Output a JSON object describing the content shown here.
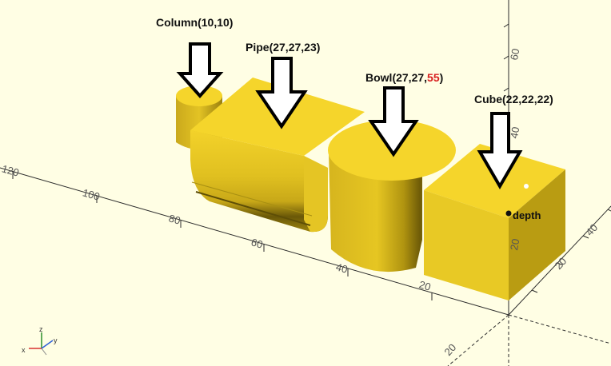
{
  "colors": {
    "background": "#fffee4",
    "shape_top": "#f5d52b",
    "shape_front": "#d7b81f",
    "shape_side": "#b99c12",
    "axis": "#2b2b2b",
    "highlight": "#d82020"
  },
  "labels": {
    "column": "Column(10,10)",
    "pipe": "Pipe(27,27,23)",
    "bowl_prefix": "Bowl(27,27,",
    "bowl_highlight": "55",
    "bowl_suffix": ")",
    "cube": "Cube(22,22,22)",
    "depth": "depth"
  },
  "axis_ticks": {
    "x_axis": [
      "120",
      "100",
      "80",
      "60",
      "40",
      "20"
    ],
    "y_axis": [
      "20",
      "40"
    ],
    "z_axis": [
      "60",
      "40",
      "20"
    ],
    "neg_y": [
      "20"
    ]
  },
  "orientation_gizmo": {
    "x": "x",
    "y": "y",
    "z": "z"
  }
}
